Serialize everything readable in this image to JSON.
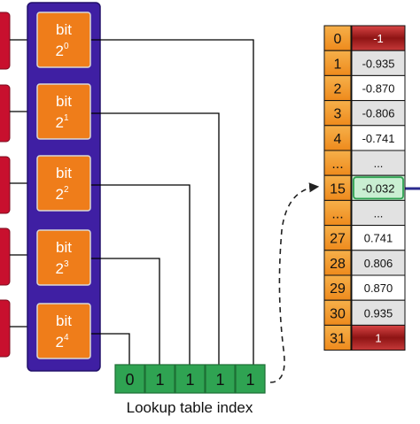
{
  "colors": {
    "red_stub": "#c8102e",
    "purple_panel": "#3f1fa3",
    "orange_bit": "#ef7d1a",
    "orange_index": "#f29a2e",
    "green_index": "#2fa352",
    "cell_gray": "#e2e2e2",
    "highlight_green": "#c9efd2",
    "dark_red": "#9e1a1a",
    "wire": "#000000"
  },
  "bits": [
    {
      "label": "bit",
      "base": "2",
      "exp": "0"
    },
    {
      "label": "bit",
      "base": "2",
      "exp": "1"
    },
    {
      "label": "bit",
      "base": "2",
      "exp": "2"
    },
    {
      "label": "bit",
      "base": "2",
      "exp": "3"
    },
    {
      "label": "bit",
      "base": "2",
      "exp": "4"
    }
  ],
  "index_digits": [
    "0",
    "1",
    "1",
    "1",
    "1"
  ],
  "index_caption": "Lookup table index",
  "table_rows": [
    {
      "index": "0",
      "value": "-1",
      "style": "dark"
    },
    {
      "index": "1",
      "value": "-0.935",
      "style": "gray"
    },
    {
      "index": "2",
      "value": "-0.870",
      "style": "white"
    },
    {
      "index": "3",
      "value": "-0.806",
      "style": "gray"
    },
    {
      "index": "4",
      "value": "-0.741",
      "style": "white"
    },
    {
      "index": "...",
      "value": "...",
      "style": "gray"
    },
    {
      "index": "15",
      "value": "-0.032",
      "style": "highlight"
    },
    {
      "index": "...",
      "value": "...",
      "style": "gray"
    },
    {
      "index": "27",
      "value": "0.741",
      "style": "white"
    },
    {
      "index": "28",
      "value": "0.806",
      "style": "gray"
    },
    {
      "index": "29",
      "value": "0.870",
      "style": "white"
    },
    {
      "index": "30",
      "value": "0.935",
      "style": "gray"
    },
    {
      "index": "31",
      "value": "1",
      "style": "dark"
    }
  ]
}
